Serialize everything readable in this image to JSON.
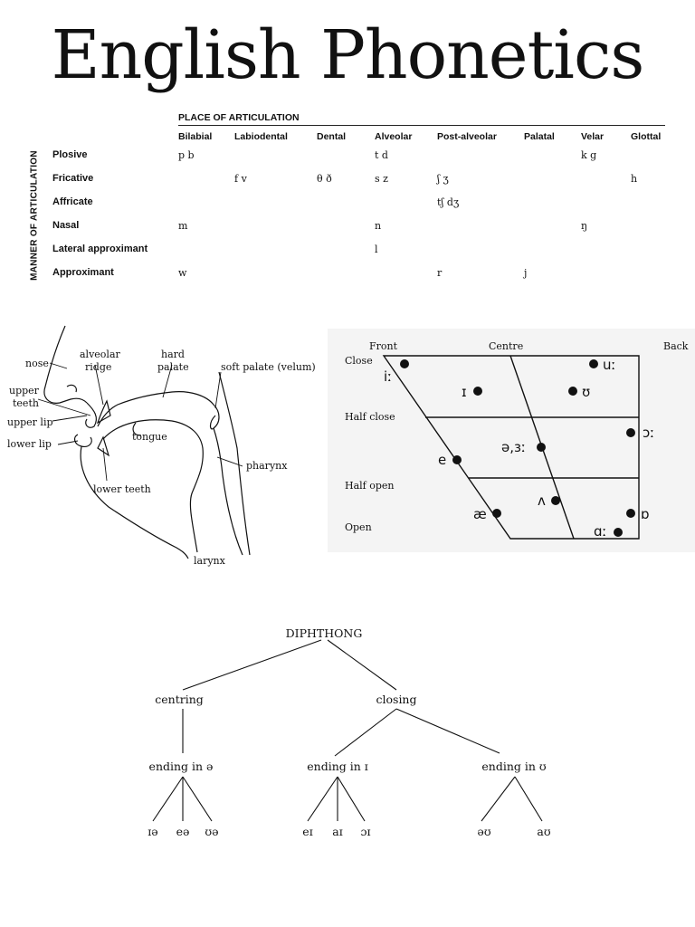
{
  "title": "English Phonetics",
  "consonants": {
    "place_heading": "PLACE OF ARTICULATION",
    "manner_heading": "MANNER OF ARTICULATION",
    "columns": [
      "Bilabial",
      "Labiodental",
      "Dental",
      "Alveolar",
      "Post-alveolar",
      "Palatal",
      "Velar",
      "Glottal"
    ],
    "rows": [
      {
        "manner": "Plosive",
        "cells": [
          "p b",
          "",
          "",
          "t d",
          "",
          "",
          "k g",
          ""
        ]
      },
      {
        "manner": "Fricative",
        "cells": [
          "",
          "f v",
          "θ ð",
          "s z",
          "ʃ ʒ",
          "",
          "",
          "h"
        ]
      },
      {
        "manner": "Affricate",
        "cells": [
          "",
          "",
          "",
          "",
          "tʃ dʒ",
          "",
          "",
          ""
        ]
      },
      {
        "manner": "Nasal",
        "cells": [
          "m",
          "",
          "",
          "n",
          "",
          "",
          "ŋ",
          ""
        ]
      },
      {
        "manner": "Lateral approximant",
        "cells": [
          "",
          "",
          "",
          "l",
          "",
          "",
          "",
          ""
        ]
      },
      {
        "manner": "Approximant",
        "cells": [
          "w",
          "",
          "",
          "",
          "r",
          "j",
          "",
          ""
        ]
      }
    ]
  },
  "vocal_tract": {
    "labels": {
      "nose": "nose",
      "alveolar_ridge_1": "alveolar",
      "alveolar_ridge_2": "ridge",
      "hard_palate_1": "hard",
      "hard_palate_2": "palate",
      "soft_palate": "soft palate (velum)",
      "upper_teeth_1": "upper",
      "upper_teeth_2": "teeth",
      "upper_lip": "upper lip",
      "lower_lip": "lower lip",
      "tongue": "tongue",
      "lower_teeth": "lower teeth",
      "pharynx": "pharynx",
      "larynx": "larynx"
    }
  },
  "vowel_chart": {
    "columns": {
      "front": "Front",
      "centre": "Centre",
      "back": "Back"
    },
    "heights": {
      "close": "Close",
      "half_close": "Half close",
      "half_open": "Half open",
      "open": "Open"
    },
    "vowels": [
      "iː",
      "ɪ",
      "uː",
      "ʊ",
      "ɔː",
      "ə,ɜː",
      "e",
      "ʌ",
      "æ",
      "ɒ",
      "ɑː"
    ]
  },
  "diphthongs": {
    "root": "DIPHTHONG",
    "centring": "centring",
    "closing": "closing",
    "ending_schwa": "ending in ə",
    "ending_i": "ending in ɪ",
    "ending_u": "ending in ʊ",
    "centring_leaves": [
      "ɪə",
      "eə",
      "ʊə"
    ],
    "closing_i_leaves": [
      "eɪ",
      "aɪ",
      "ɔɪ"
    ],
    "closing_u_leaves": [
      "əʊ",
      "aʊ"
    ]
  }
}
